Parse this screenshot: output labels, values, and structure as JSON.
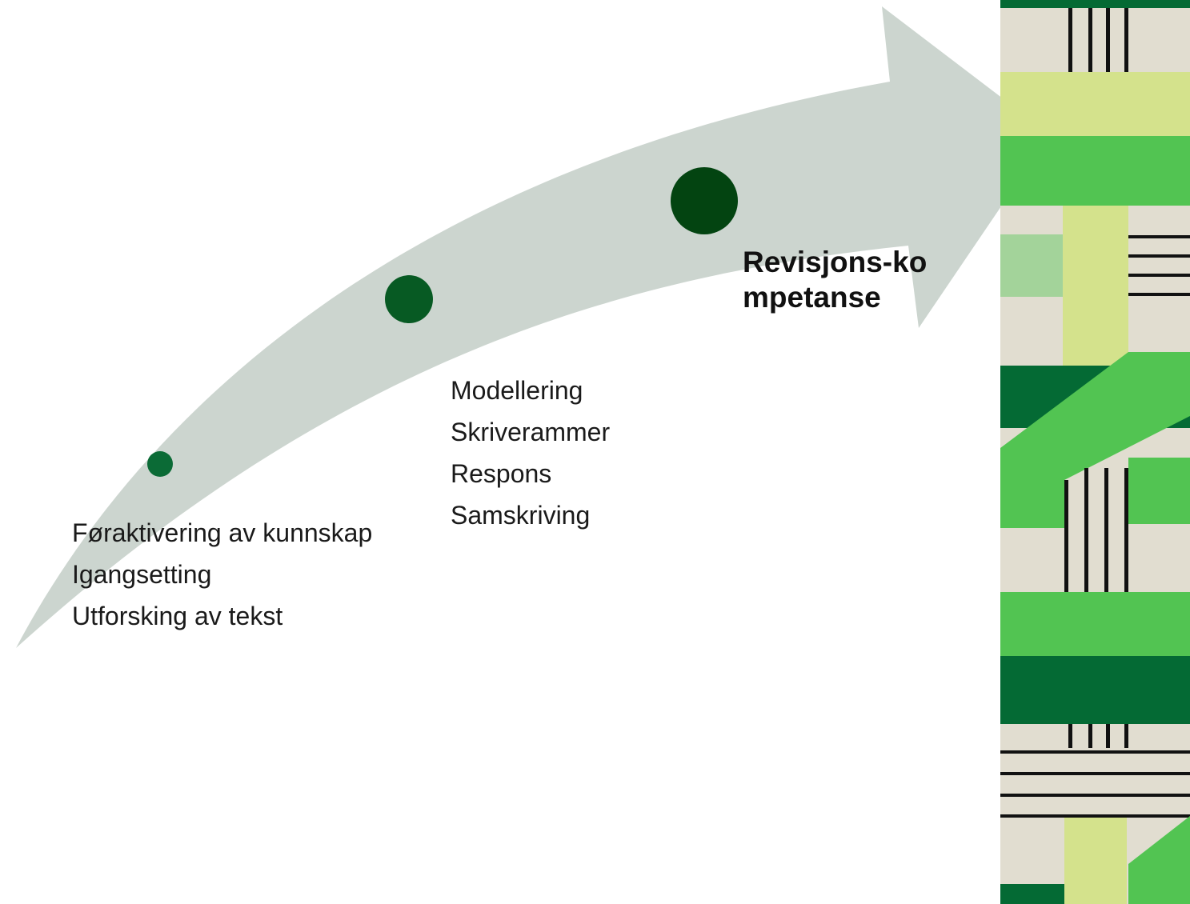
{
  "stages": [
    {
      "items": [
        "Føraktivering av kunnskap",
        "Igangsetting",
        "Utforsking av tekst"
      ],
      "marker_color": "#0b6b36"
    },
    {
      "items": [
        "Modellering",
        "Skriverammer",
        "Respons",
        "Samskriving"
      ],
      "marker_color": "#075a23"
    },
    {
      "title": "Revisjons-kompetanse",
      "marker_color": "#034411"
    }
  ],
  "colors": {
    "arrow": "#ccd5cf",
    "panel_beige": "#e1ddd0",
    "panel_light": "#d4e28c",
    "panel_mid": "#52c452",
    "panel_dark": "#046a34",
    "panel_pale": "#a3d39a",
    "panel_line": "#111111"
  }
}
